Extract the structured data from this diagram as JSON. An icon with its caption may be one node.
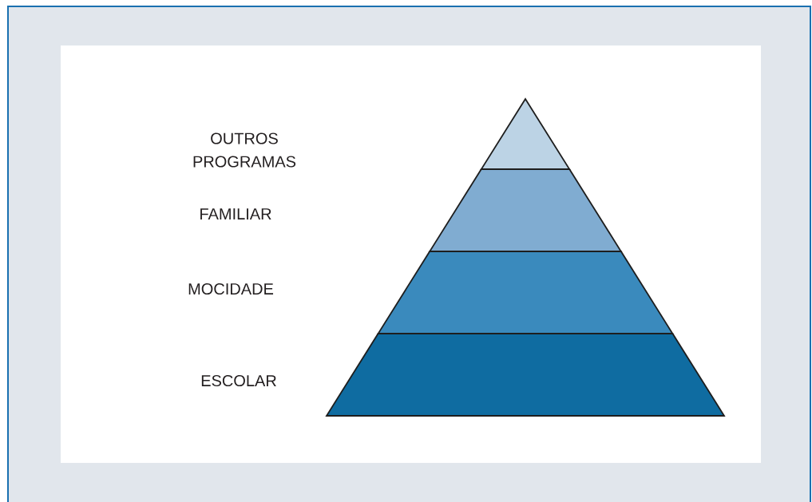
{
  "diagram": {
    "nodes": [
      {
        "text": [],
        "shape": "triangle"
      },
      {
        "text": [],
        "shape": "trapezoid"
      },
      {
        "text": [],
        "shape": "trapezoid"
      },
      {
        "text": [],
        "shape": "trapezoid"
      }
    ],
    "labels": [
      "OUTROS PROGRAMAS",
      "FAMILIAR",
      "MOCIDADE",
      "ESCOLAR"
    ]
  }
}
